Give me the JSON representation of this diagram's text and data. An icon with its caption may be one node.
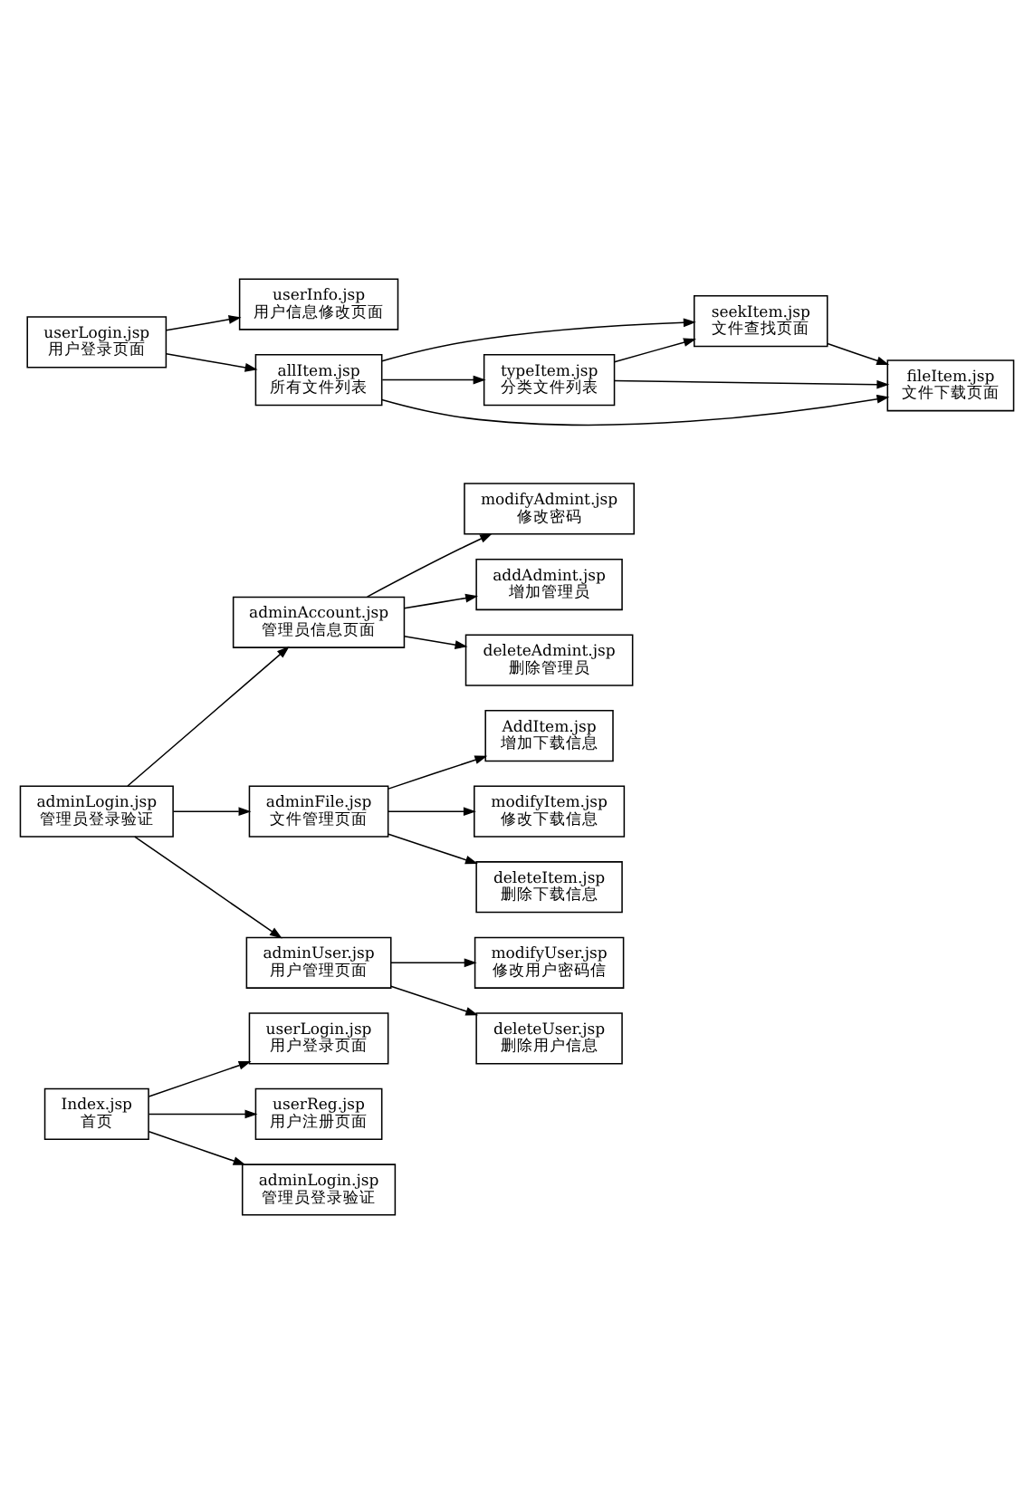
{
  "diagram": {
    "nodes": [
      {
        "text": [
          "Index.jsp",
          "首页"
        ]
      },
      {
        "text": [
          "userLogin.jsp",
          "用户登录页面"
        ]
      },
      {
        "text": [
          "userReg.jsp",
          "用户注册页面"
        ]
      },
      {
        "text": [
          "adminLogin.jsp",
          "管理员登录验证"
        ]
      },
      {
        "text": [
          "adminLogin.jsp",
          "管理员登录验证"
        ]
      },
      {
        "text": [
          "adminAccount.jsp",
          "管理员信息页面"
        ]
      },
      {
        "text": [
          "modifyAdmint.jsp",
          "修改密码"
        ]
      },
      {
        "text": [
          "addAdmint.jsp",
          "增加管理员"
        ]
      },
      {
        "text": [
          "deleteAdmint.jsp",
          "删除管理员"
        ]
      },
      {
        "text": [
          "adminFile.jsp",
          "文件管理页面"
        ]
      },
      {
        "text": [
          "AddItem.jsp",
          "增加下载信息"
        ]
      },
      {
        "text": [
          "modifyItem.jsp",
          "修改下载信息"
        ]
      },
      {
        "text": [
          "deleteItem.jsp",
          "删除下载信息"
        ]
      },
      {
        "text": [
          "adminUser.jsp",
          "用户管理页面"
        ]
      },
      {
        "text": [
          "modifyUser.jsp",
          "修改用户密码信"
        ]
      },
      {
        "text": [
          "deleteUser.jsp",
          "删除用户信息"
        ]
      },
      {
        "text": [
          "userLogin.jsp",
          "用户登录页面"
        ]
      },
      {
        "text": [
          "userInfo.jsp",
          "用户信息修改页面"
        ]
      },
      {
        "text": [
          "allItem.jsp",
          "所有文件列表"
        ]
      },
      {
        "text": [
          "typeItem.jsp",
          "分类文件列表"
        ]
      },
      {
        "text": [
          "seekItem.jsp",
          "文件查找页面"
        ]
      },
      {
        "text": [
          "fileItem.jsp",
          "文件下载页面"
        ]
      }
    ],
    "edges": [
      {
        "from": 0,
        "to": 1,
        "arrow": "to"
      },
      {
        "from": 0,
        "to": 2,
        "arrow": "to"
      },
      {
        "from": 0,
        "to": 3,
        "arrow": "to"
      },
      {
        "from": 4,
        "to": 5,
        "arrow": "to"
      },
      {
        "from": 4,
        "to": 9,
        "arrow": "to"
      },
      {
        "from": 4,
        "to": 13,
        "arrow": "to"
      },
      {
        "from": 5,
        "to": 6,
        "arrow": "to"
      },
      {
        "from": 5,
        "to": 7,
        "arrow": "to"
      },
      {
        "from": 5,
        "to": 8,
        "arrow": "to"
      },
      {
        "from": 9,
        "to": 10,
        "arrow": "to"
      },
      {
        "from": 9,
        "to": 11,
        "arrow": "to"
      },
      {
        "from": 9,
        "to": 12,
        "arrow": "to"
      },
      {
        "from": 13,
        "to": 14,
        "arrow": "to"
      },
      {
        "from": 13,
        "to": 15,
        "arrow": "to"
      },
      {
        "from": 16,
        "to": 17,
        "arrow": "to"
      },
      {
        "from": 16,
        "to": 18,
        "arrow": "to"
      },
      {
        "from": 18,
        "to": 19,
        "arrow": "to"
      },
      {
        "from": 18,
        "to": 20,
        "arrow": "to"
      },
      {
        "from": 18,
        "to": 21,
        "arrow": "to"
      },
      {
        "from": 19,
        "to": 20,
        "arrow": "to"
      },
      {
        "from": 19,
        "to": 21,
        "arrow": "to"
      },
      {
        "from": 20,
        "to": 21,
        "arrow": "to"
      }
    ]
  }
}
